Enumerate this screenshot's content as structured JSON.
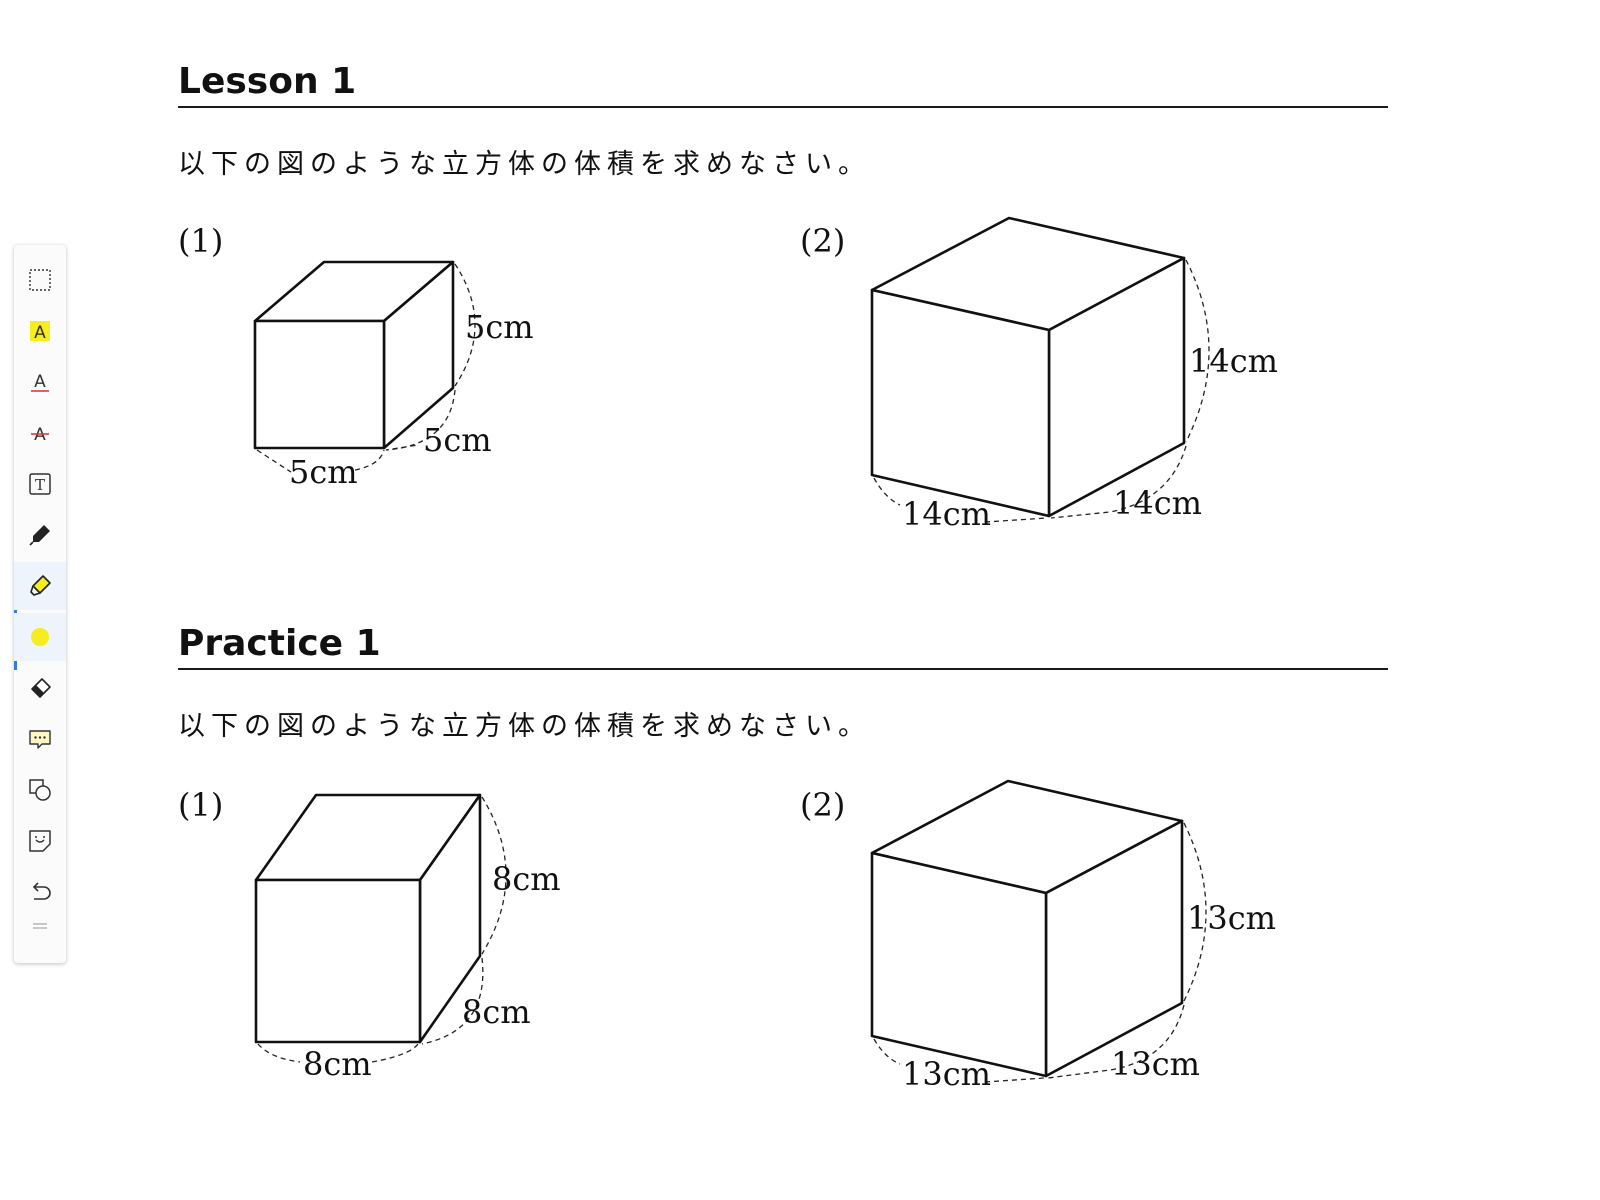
{
  "sections": [
    {
      "title": "Lesson 1",
      "instruction": "以下の図のような立方体の体積を求めなさい。",
      "problems": [
        {
          "number": "(1)",
          "height_label": "5cm",
          "depth_label": "5cm",
          "width_label": "5cm"
        },
        {
          "number": "(2)",
          "height_label": "14cm",
          "right_label": "14cm",
          "left_label": "14cm"
        }
      ]
    },
    {
      "title": "Practice 1",
      "instruction": "以下の図のような立方体の体積を求めなさい。",
      "problems": [
        {
          "number": "(1)",
          "height_label": "8cm",
          "depth_label": "8cm",
          "width_label": "8cm"
        },
        {
          "number": "(2)",
          "height_label": "13cm",
          "right_label": "13cm",
          "left_label": "13cm"
        }
      ]
    }
  ],
  "toolbar": {
    "tools": [
      {
        "name": "select-area",
        "icon": "dashed-rectangle-icon"
      },
      {
        "name": "highlight-text",
        "icon": "highlight-a-icon",
        "label": "A"
      },
      {
        "name": "underline-text",
        "icon": "underline-a-icon",
        "label": "A"
      },
      {
        "name": "strikethrough-text",
        "icon": "strikethrough-a-icon",
        "label": "A"
      },
      {
        "name": "text-box",
        "icon": "text-box-icon",
        "label": "T"
      },
      {
        "name": "pen",
        "icon": "pen-icon"
      },
      {
        "name": "highlighter",
        "icon": "highlighter-icon"
      },
      {
        "name": "color",
        "icon": "yellow-color-dot-icon"
      },
      {
        "name": "eraser",
        "icon": "eraser-icon"
      },
      {
        "name": "comment",
        "icon": "comment-icon"
      },
      {
        "name": "shapes",
        "icon": "shapes-icon"
      },
      {
        "name": "sticker",
        "icon": "sticker-icon"
      },
      {
        "name": "undo",
        "icon": "undo-icon"
      }
    ],
    "active_tool": "highlighter",
    "colors": {
      "highlight": "#f7ec1f",
      "underline": "#d93030",
      "active_bar": "#2f7fd8"
    }
  }
}
